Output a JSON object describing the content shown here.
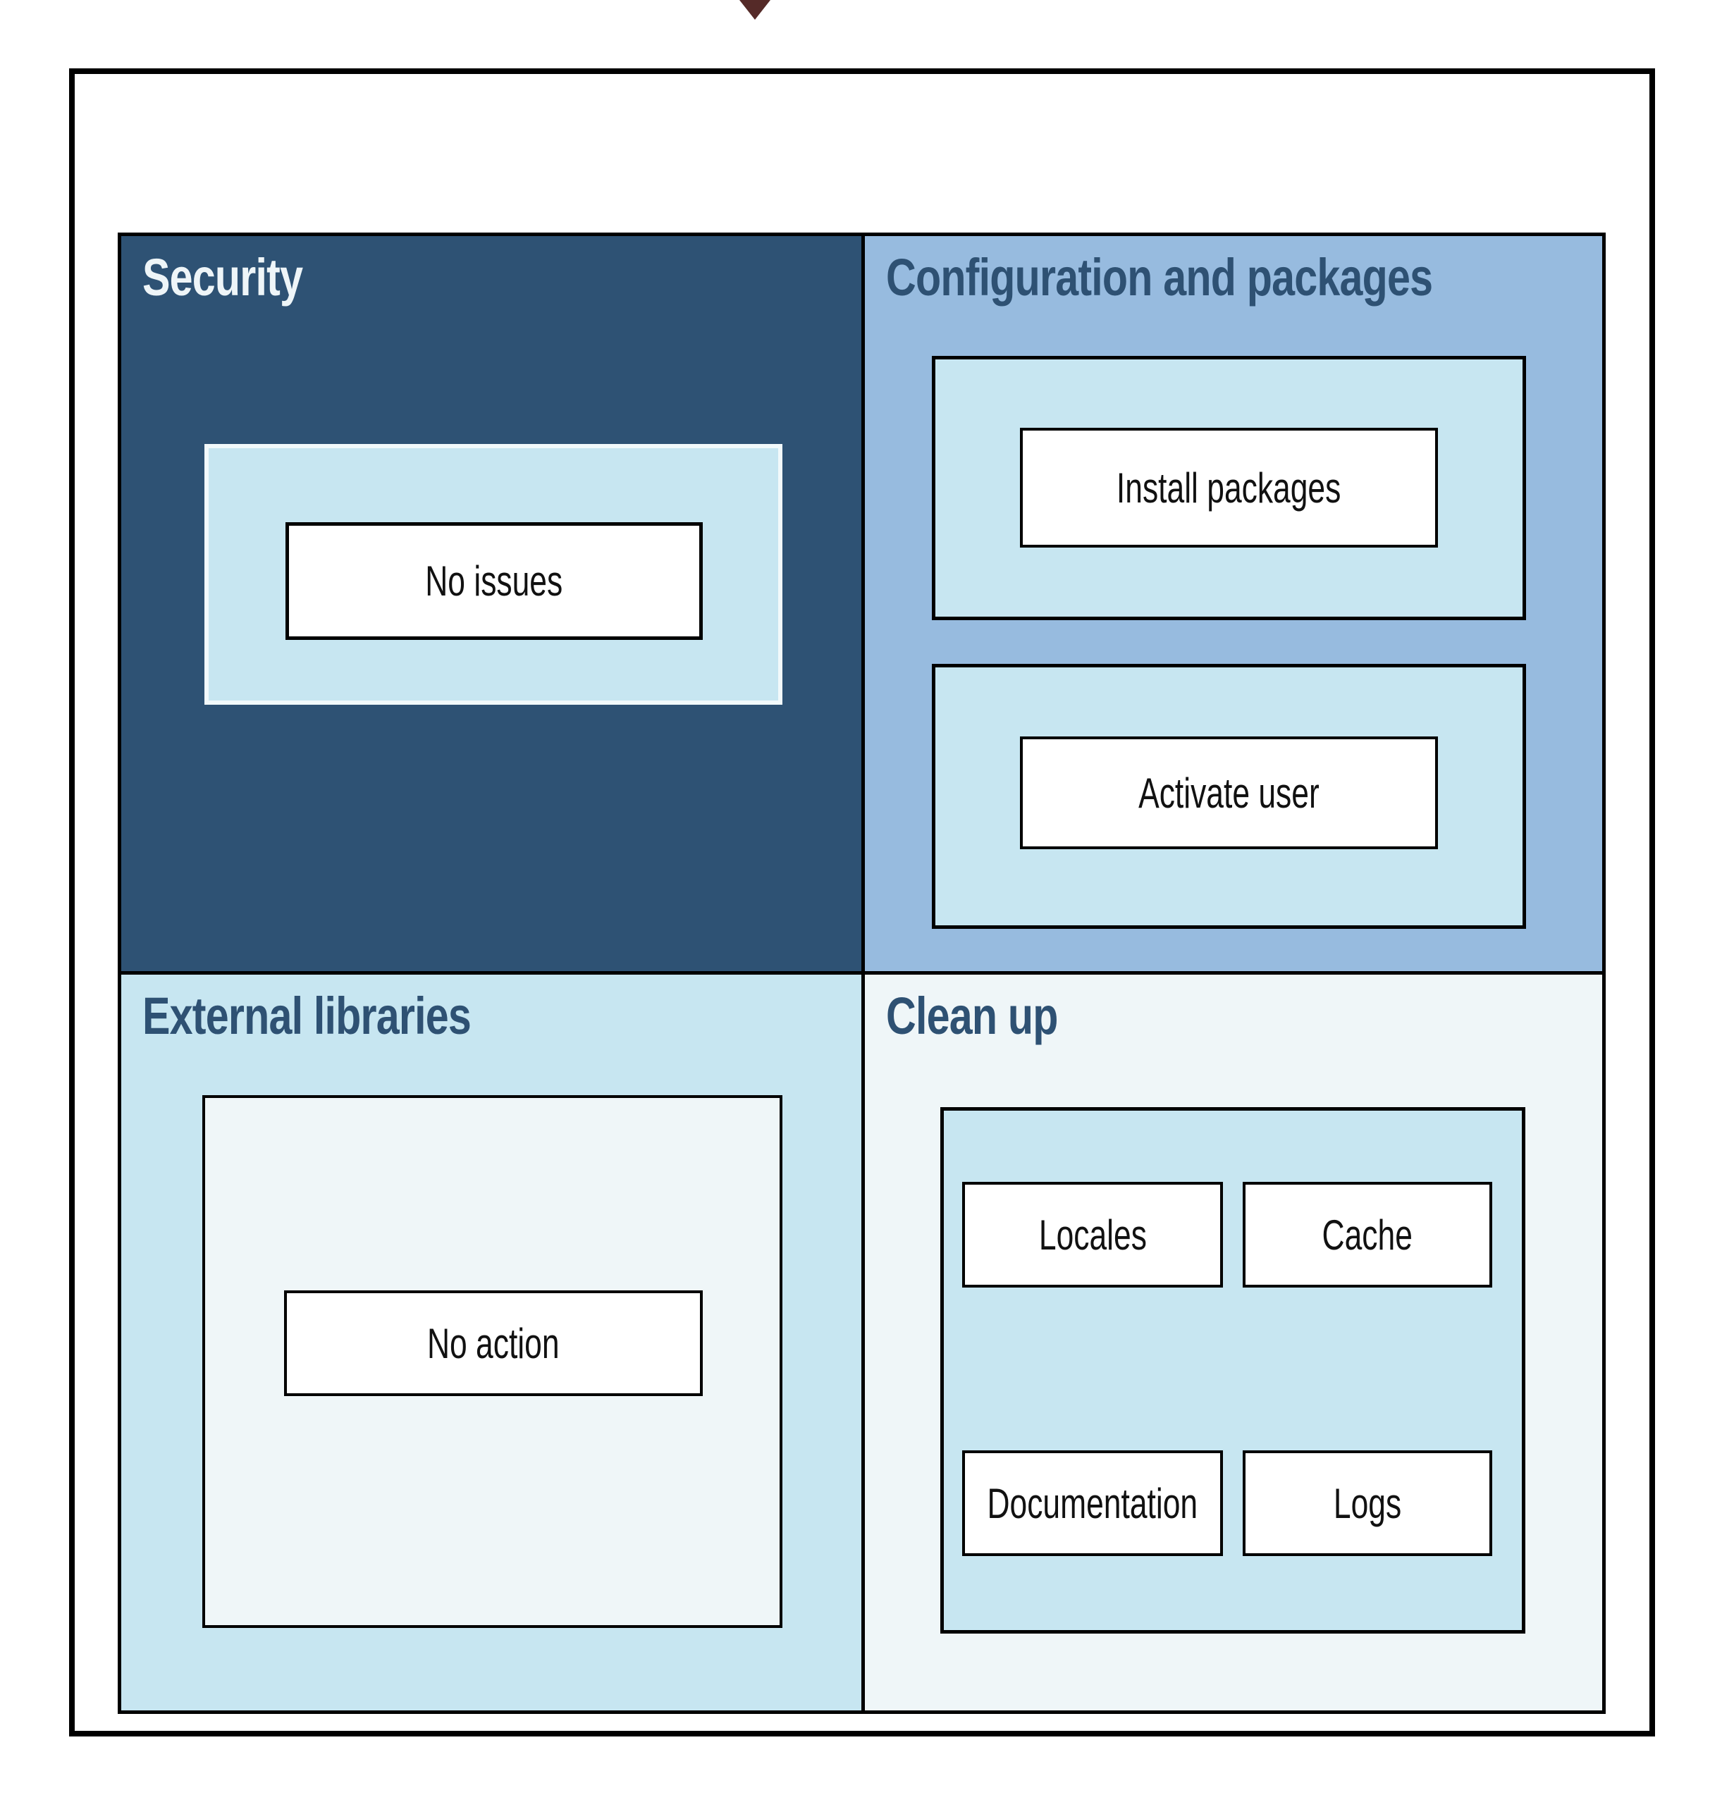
{
  "arrow": {
    "icon": "down-arrow-tip",
    "color": "#552a28"
  },
  "palette": {
    "frame_border": "#000000",
    "security_bg": "#2e5274",
    "configuration_bg": "#97bbdf",
    "light_blue": "#c7e6f1",
    "pale_blue": "#eff6f8",
    "title_light": "#eef5f8",
    "title_dark": "#2e5173"
  },
  "quadrants": [
    {
      "id": "security",
      "title": "Security",
      "nodes": [
        "No issues"
      ]
    },
    {
      "id": "configuration",
      "title": "Configuration and packages",
      "nodes": [
        "Install packages",
        "Activate user"
      ]
    },
    {
      "id": "external-libraries",
      "title": "External libraries",
      "nodes": [
        "No action"
      ]
    },
    {
      "id": "clean-up",
      "title": "Clean up",
      "nodes": [
        "Locales",
        "Cache",
        "Documentation",
        "Logs"
      ]
    }
  ]
}
